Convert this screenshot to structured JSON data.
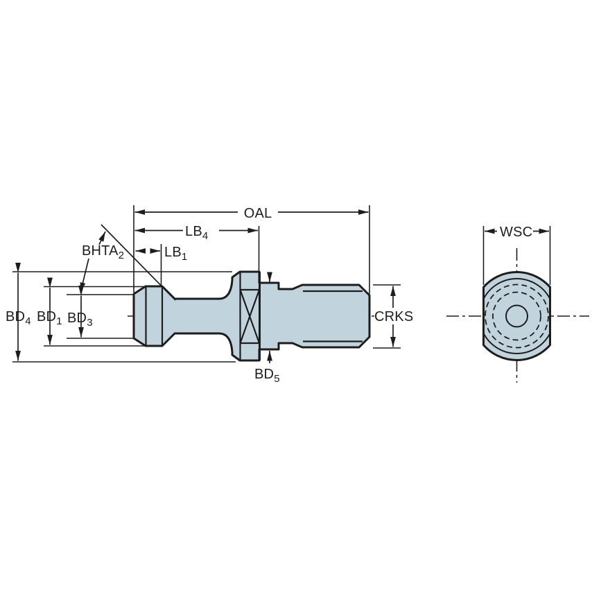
{
  "drawing": {
    "type": "technical-dimension-diagram",
    "subject": "pull stud / retention knob, side view and end view",
    "views": [
      "side-view",
      "end-view"
    ]
  },
  "colors": {
    "body_fill": "#c1d3dd",
    "line": "#1d1d1b",
    "background": "#ffffff"
  },
  "labels": {
    "oal": {
      "text": "OAL"
    },
    "lb4": {
      "base": "LB",
      "sub": "4"
    },
    "lb1": {
      "base": "LB",
      "sub": "1"
    },
    "bhta2": {
      "base": "BHTA",
      "sub": "2"
    },
    "bd4": {
      "base": "BD",
      "sub": "4"
    },
    "bd1": {
      "base": "BD",
      "sub": "1"
    },
    "bd3": {
      "base": "BD",
      "sub": "3"
    },
    "bd5": {
      "base": "BD",
      "sub": "5"
    },
    "crks": {
      "text": "CRKS"
    },
    "wsc": {
      "text": "WSC"
    }
  }
}
